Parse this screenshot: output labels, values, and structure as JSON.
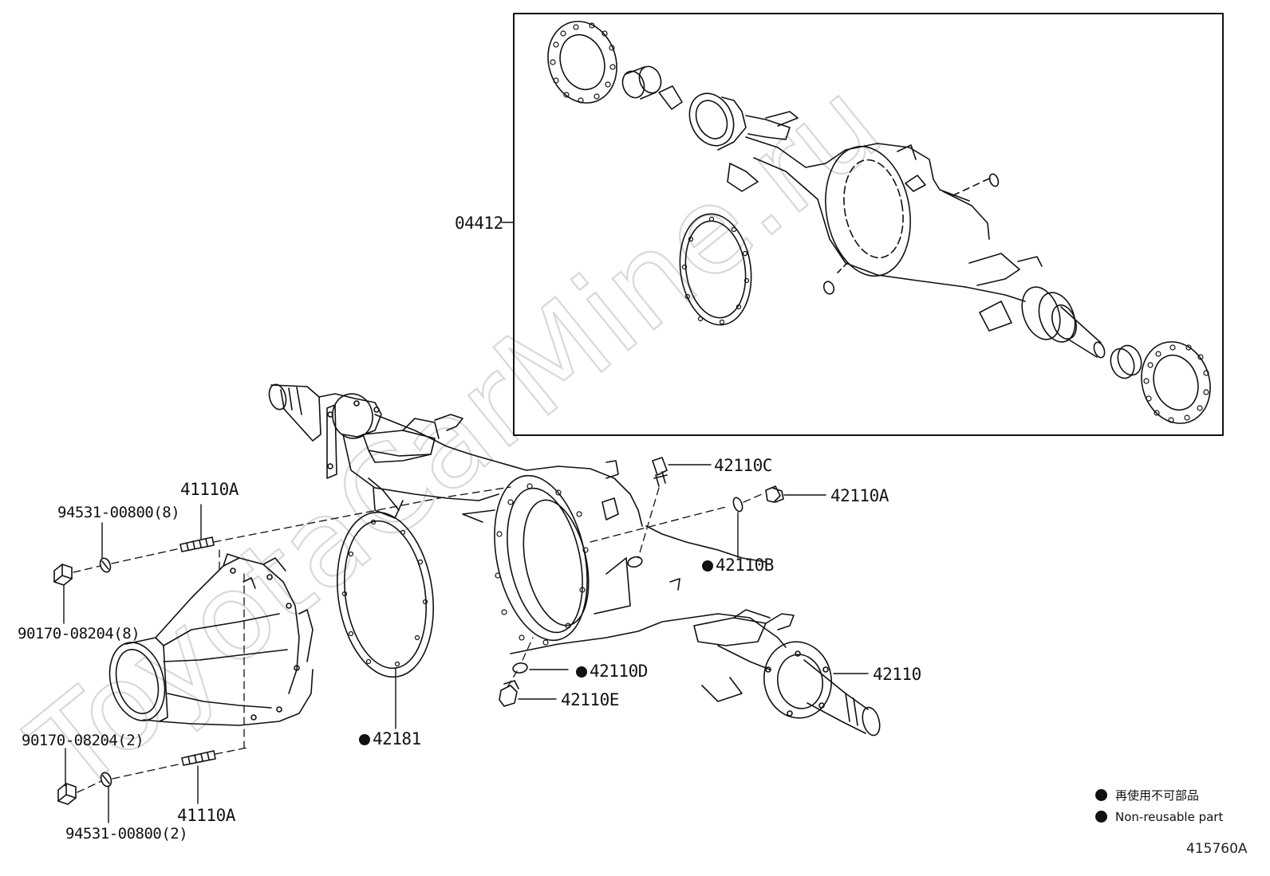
{
  "labels": {
    "assy": "04412",
    "stud_top": "41110A",
    "washer_top": "94531-00800(8)",
    "nut_top": "90170-08204(8)",
    "nut_bottom": "90170-08204(2)",
    "stud_bottom": "41110A",
    "washer_bottom": "94531-00800(2)",
    "gasket": "42181",
    "breather": "42110C",
    "plug_a": "42110A",
    "gasket_b": "42110B",
    "gasket_d": "42110D",
    "plug_e": "42110E",
    "housing": "42110"
  },
  "legend": {
    "jp": "再使用不可部品",
    "en": "Non-reusable part"
  },
  "figure_id": "415760A",
  "watermark": "ToyotaCarMine.ru",
  "colors": {
    "line": "#111111",
    "watermark": "#dcdcdc"
  }
}
